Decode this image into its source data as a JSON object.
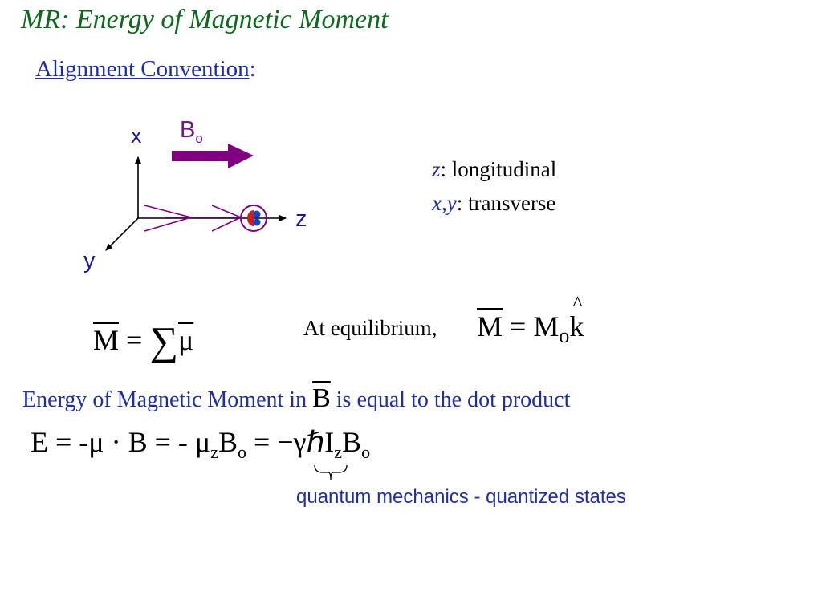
{
  "title": "MR: Energy of Magnetic Moment",
  "subtitle": {
    "text": "Alignment Convention",
    "suffix": ":"
  },
  "diagram": {
    "axis_x": "x",
    "axis_y": "y",
    "axis_z": "z",
    "field_label": "B",
    "field_sub": "o",
    "colors": {
      "axes": "#000000",
      "field": "#800080",
      "moment_red": "#c81e1e",
      "moment_blue": "#1e3ec8"
    }
  },
  "notes": {
    "line1_var": "z",
    "line1_text": ": longitudinal",
    "line2_var": "x,y",
    "line2_text": ": transverse"
  },
  "eq1": {
    "lhs": "M",
    "op": "=",
    "sum": "∑",
    "rhs": "μ"
  },
  "eq2": {
    "label": "At equilibrium,",
    "lhs": "M",
    "op": "=",
    "m": "M",
    "m_sub": "o",
    "k": "k"
  },
  "energy": {
    "before": "Energy of Magnetic Moment in",
    "b": "B",
    "after": "is equal to the dot product"
  },
  "eq3": {
    "p1": "E = -μ · B = - μ",
    "z1": "z",
    "p2": "B",
    "o1": "o",
    "p3": " = −γℏI",
    "z2": "z",
    "p4": "B",
    "o2": "o"
  },
  "annotation": "quantum mechanics - quantized states"
}
